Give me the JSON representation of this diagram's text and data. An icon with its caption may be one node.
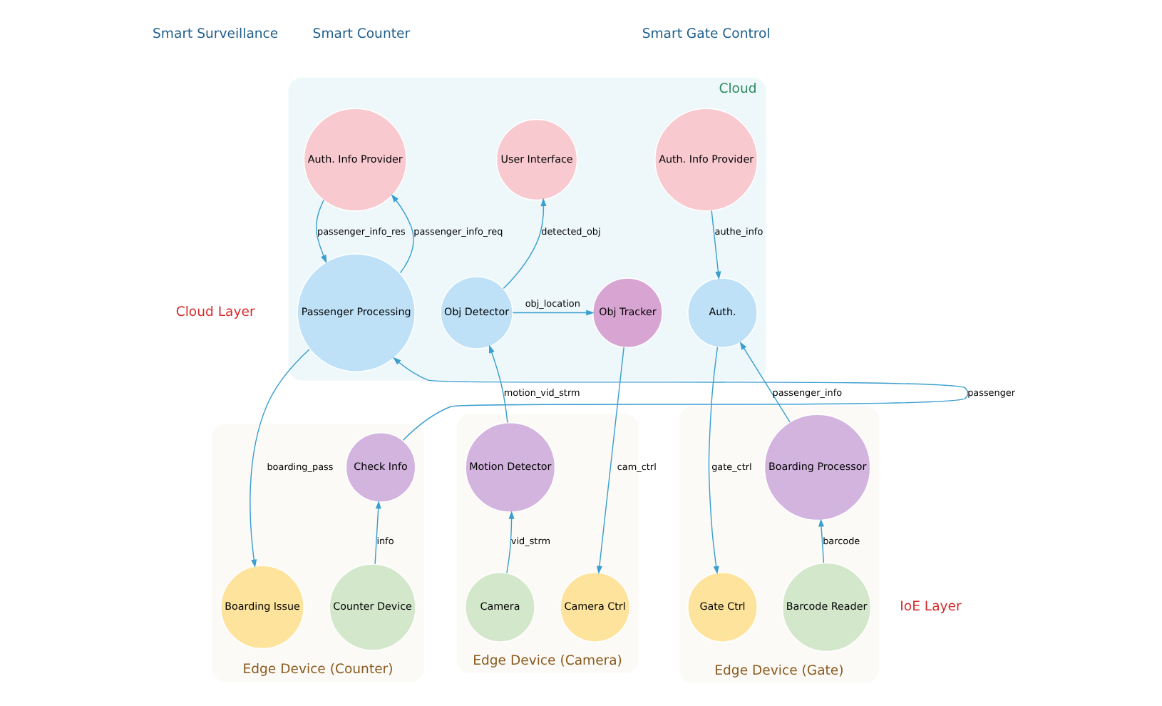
{
  "diagram": {
    "nodes": [
      {
        "text": [
          "Cloud"
        ]
      },
      {
        "text": [
          "User Interface"
        ],
        "in": 0
      },
      {
        "text": [
          "Obj Detector"
        ],
        "in": 0
      },
      {
        "text": [
          "Obj Tracker"
        ],
        "in": 0
      },
      {
        "text": [
          "Auth. Info Provider"
        ],
        "in": 0
      },
      {
        "text": [
          "Auth."
        ],
        "in": 0
      },
      {
        "text": [
          "Auth. Info Provider"
        ],
        "in": 0
      },
      {
        "text": [
          "Passenger Processing"
        ],
        "in": 0
      },
      {
        "text": [
          "Edge Device (Camera)"
        ]
      },
      {
        "text": [
          "Motion Detector"
        ],
        "in": 8
      },
      {
        "text": [
          "Camera"
        ],
        "in": 8
      },
      {
        "text": [
          "Camera Ctrl"
        ],
        "in": 8
      },
      {
        "text": [
          "Edge Device (Gate)"
        ]
      },
      {
        "text": [
          "Boarding Processor"
        ],
        "in": 12
      },
      {
        "text": [
          "Barcode Reader"
        ],
        "in": 12
      },
      {
        "text": [
          "Gate Ctrl"
        ],
        "in": 12
      },
      {
        "text": [
          "Edge Device (Counter)"
        ]
      },
      {
        "text": [
          "Check Info"
        ],
        "in": 16
      },
      {
        "text": [
          "Counter Device"
        ],
        "in": 16
      },
      {
        "text": [
          "Boarding Issue"
        ],
        "in": 16
      }
    ],
    "edges": [
      {
        "from": 10,
        "to": 9,
        "arrow": "to",
        "label": "vid_strm"
      },
      {
        "from": 9,
        "to": 2,
        "arrow": "to",
        "label": "motion_vid_strm"
      },
      {
        "from": 2,
        "to": 1,
        "arrow": "to",
        "label": "detected_obj"
      },
      {
        "from": 2,
        "to": 3,
        "arrow": "to",
        "label": "obj_location"
      },
      {
        "from": 3,
        "to": 11,
        "arrow": "to",
        "label": "cam_ctrl"
      },
      {
        "from": 4,
        "to": 5,
        "arrow": "to",
        "label": "authe_info"
      },
      {
        "from": 14,
        "to": 13,
        "arrow": "to",
        "label": "barcode"
      },
      {
        "from": 13,
        "to": 5,
        "arrow": "to",
        "label": "passenger_info"
      },
      {
        "from": 5,
        "to": 15,
        "arrow": "to",
        "label": "gate_ctrl"
      },
      {
        "from": 7,
        "to": 6,
        "arrow": "to",
        "label": "passenger_info_req"
      },
      {
        "from": 6,
        "to": 7,
        "arrow": "to",
        "label": "passenger_info_res"
      },
      {
        "from": 18,
        "to": 17,
        "arrow": "to",
        "label": "info"
      },
      {
        "from": 17,
        "to": 7,
        "arrow": "to",
        "label": "passenger"
      },
      {
        "from": 7,
        "to": 19,
        "arrow": "to",
        "label": "boarding_pass"
      }
    ],
    "labels": [
      "Smart Surveillance",
      "Smart Gate Control",
      "Smart Counter",
      "Cloud Layer",
      "IoE Layer"
    ]
  }
}
